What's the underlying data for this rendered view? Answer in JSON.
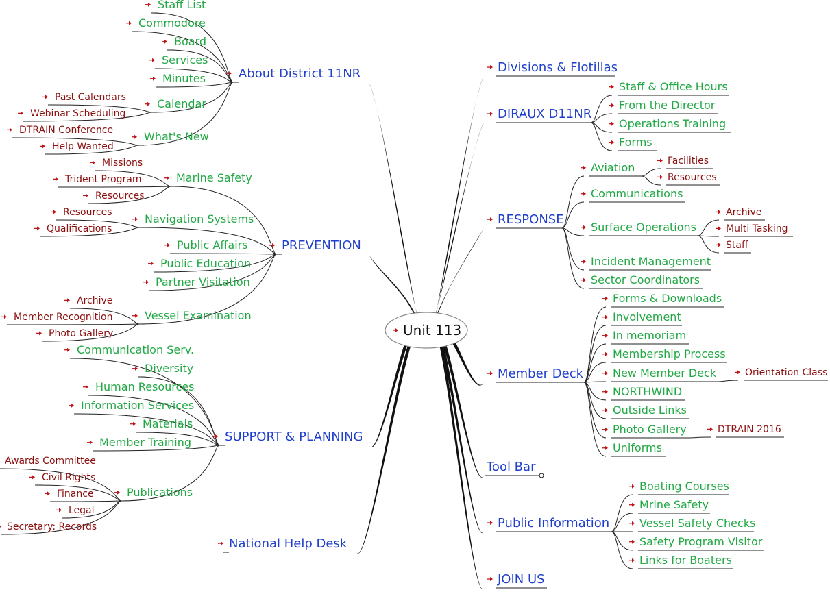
{
  "root": {
    "label": "Unit 113"
  },
  "colors": {
    "level1": "#1f3fcc",
    "level2": "#22a845",
    "level3": "#8b1010",
    "arrow": "#c0161a"
  },
  "branches": [
    {
      "id": "about",
      "label": "About District 11NR",
      "children": [
        {
          "label": "Staff List"
        },
        {
          "label": "Commodore"
        },
        {
          "label": "Board"
        },
        {
          "label": "Services"
        },
        {
          "label": "Minutes"
        },
        {
          "label": "Calendar",
          "children": [
            {
              "label": "Past Calendars"
            },
            {
              "label": "Webinar Scheduling"
            }
          ]
        },
        {
          "label": "What's New",
          "children": [
            {
              "label": "DTRAIN Conference"
            },
            {
              "label": "Help Wanted"
            }
          ]
        }
      ]
    },
    {
      "id": "prevention",
      "label": "PREVENTION",
      "children": [
        {
          "label": "Marine Safety",
          "children": [
            {
              "label": "Missions"
            },
            {
              "label": "Trident Program"
            },
            {
              "label": "Resources"
            }
          ]
        },
        {
          "label": "Navigation Systems",
          "children": [
            {
              "label": "Resources"
            },
            {
              "label": "Qualifications"
            }
          ]
        },
        {
          "label": "Public Affairs"
        },
        {
          "label": "Public Education"
        },
        {
          "label": "Partner Visitation"
        },
        {
          "label": "Vessel Examination",
          "children": [
            {
              "label": "Archive"
            },
            {
              "label": "Member Recognition"
            },
            {
              "label": "Photo Gallery"
            }
          ]
        }
      ]
    },
    {
      "id": "support",
      "label": "SUPPORT & PLANNING",
      "children": [
        {
          "label": "Communication Serv."
        },
        {
          "label": "Diversity"
        },
        {
          "label": "Human Resources"
        },
        {
          "label": "Information Services"
        },
        {
          "label": "Materials"
        },
        {
          "label": "Member Training"
        },
        {
          "label": "Publications",
          "children": [
            {
              "label": "Awards Committee"
            },
            {
              "label": "Civil Rights"
            },
            {
              "label": "Finance"
            },
            {
              "label": "Legal"
            },
            {
              "label": "Secretary: Records"
            }
          ]
        }
      ]
    },
    {
      "id": "helpdesk",
      "label": "National Help Desk",
      "children": []
    },
    {
      "id": "divisions",
      "label": "Divisions & Flotillas",
      "children": []
    },
    {
      "id": "diraux",
      "label": "DIRAUX D11NR",
      "children": [
        {
          "label": "Staff & Office Hours"
        },
        {
          "label": "From the Director"
        },
        {
          "label": "Operations Training"
        },
        {
          "label": "Forms"
        }
      ]
    },
    {
      "id": "response",
      "label": "RESPONSE",
      "children": [
        {
          "label": "Aviation",
          "children": [
            {
              "label": "Facilities"
            },
            {
              "label": "Resources"
            }
          ]
        },
        {
          "label": "Communications"
        },
        {
          "label": "Surface Operations",
          "children": [
            {
              "label": "Archive"
            },
            {
              "label": "Multi Tasking"
            },
            {
              "label": "Staff"
            }
          ]
        },
        {
          "label": "Incident Management"
        },
        {
          "label": "Sector Coordinators"
        }
      ]
    },
    {
      "id": "memberdeck",
      "label": "Member Deck",
      "children": [
        {
          "label": "Forms & Downloads"
        },
        {
          "label": "Involvement"
        },
        {
          "label": "In memoriam"
        },
        {
          "label": "Membership Process"
        },
        {
          "label": "New Member Deck",
          "children": [
            {
              "label": "Orientation Class"
            }
          ]
        },
        {
          "label": "NORTHWIND"
        },
        {
          "label": "Outside Links"
        },
        {
          "label": "Photo Gallery",
          "children": [
            {
              "label": "DTRAIN 2016"
            }
          ]
        },
        {
          "label": "Uniforms"
        }
      ]
    },
    {
      "id": "toolbar",
      "label": "Tool Bar",
      "children": []
    },
    {
      "id": "publicinfo",
      "label": "Public Information",
      "children": [
        {
          "label": "Boating Courses"
        },
        {
          "label": "Mrine Safety"
        },
        {
          "label": "Vessel Safety Checks"
        },
        {
          "label": "Safety Program Visitor"
        },
        {
          "label": "Links for Boaters"
        }
      ]
    },
    {
      "id": "joinus",
      "label": "JOIN US",
      "children": []
    }
  ]
}
